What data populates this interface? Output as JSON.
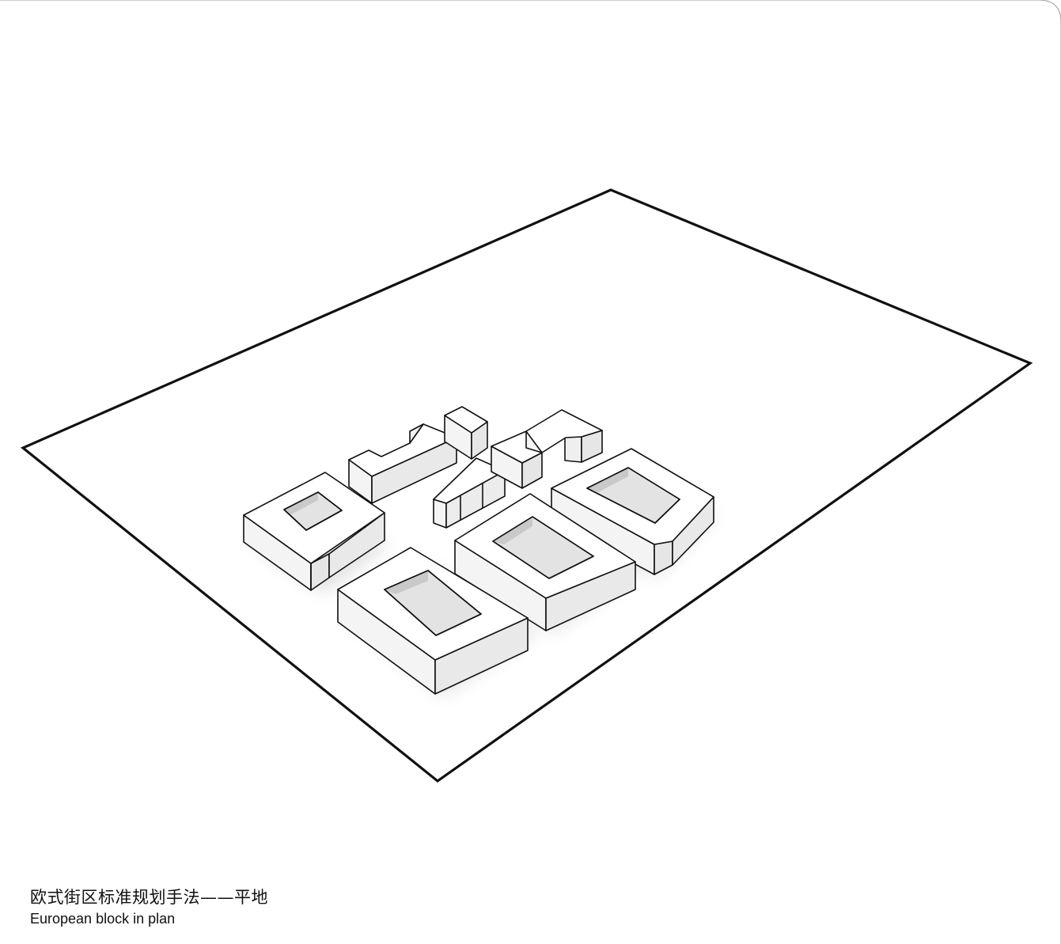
{
  "caption": {
    "title": "欧式街区标准规划手法——平地",
    "subtitle": "European block in plan"
  },
  "colors": {
    "background": "#ffffff",
    "line": "#111111",
    "block_top": "#ffffff",
    "block_side_light": "#f7f7f7",
    "block_side_dark": "#e9e9e9",
    "courtyard_shadow": "#cfcfcf"
  },
  "diagram": {
    "ground": "site-parallelogram",
    "blocks": [
      "perimeter-block-west",
      "l-block-north",
      "small-block-north",
      "wedge-block-center",
      "l-block-northeast",
      "perimeter-block-east",
      "perimeter-block-center",
      "perimeter-block-south"
    ]
  }
}
